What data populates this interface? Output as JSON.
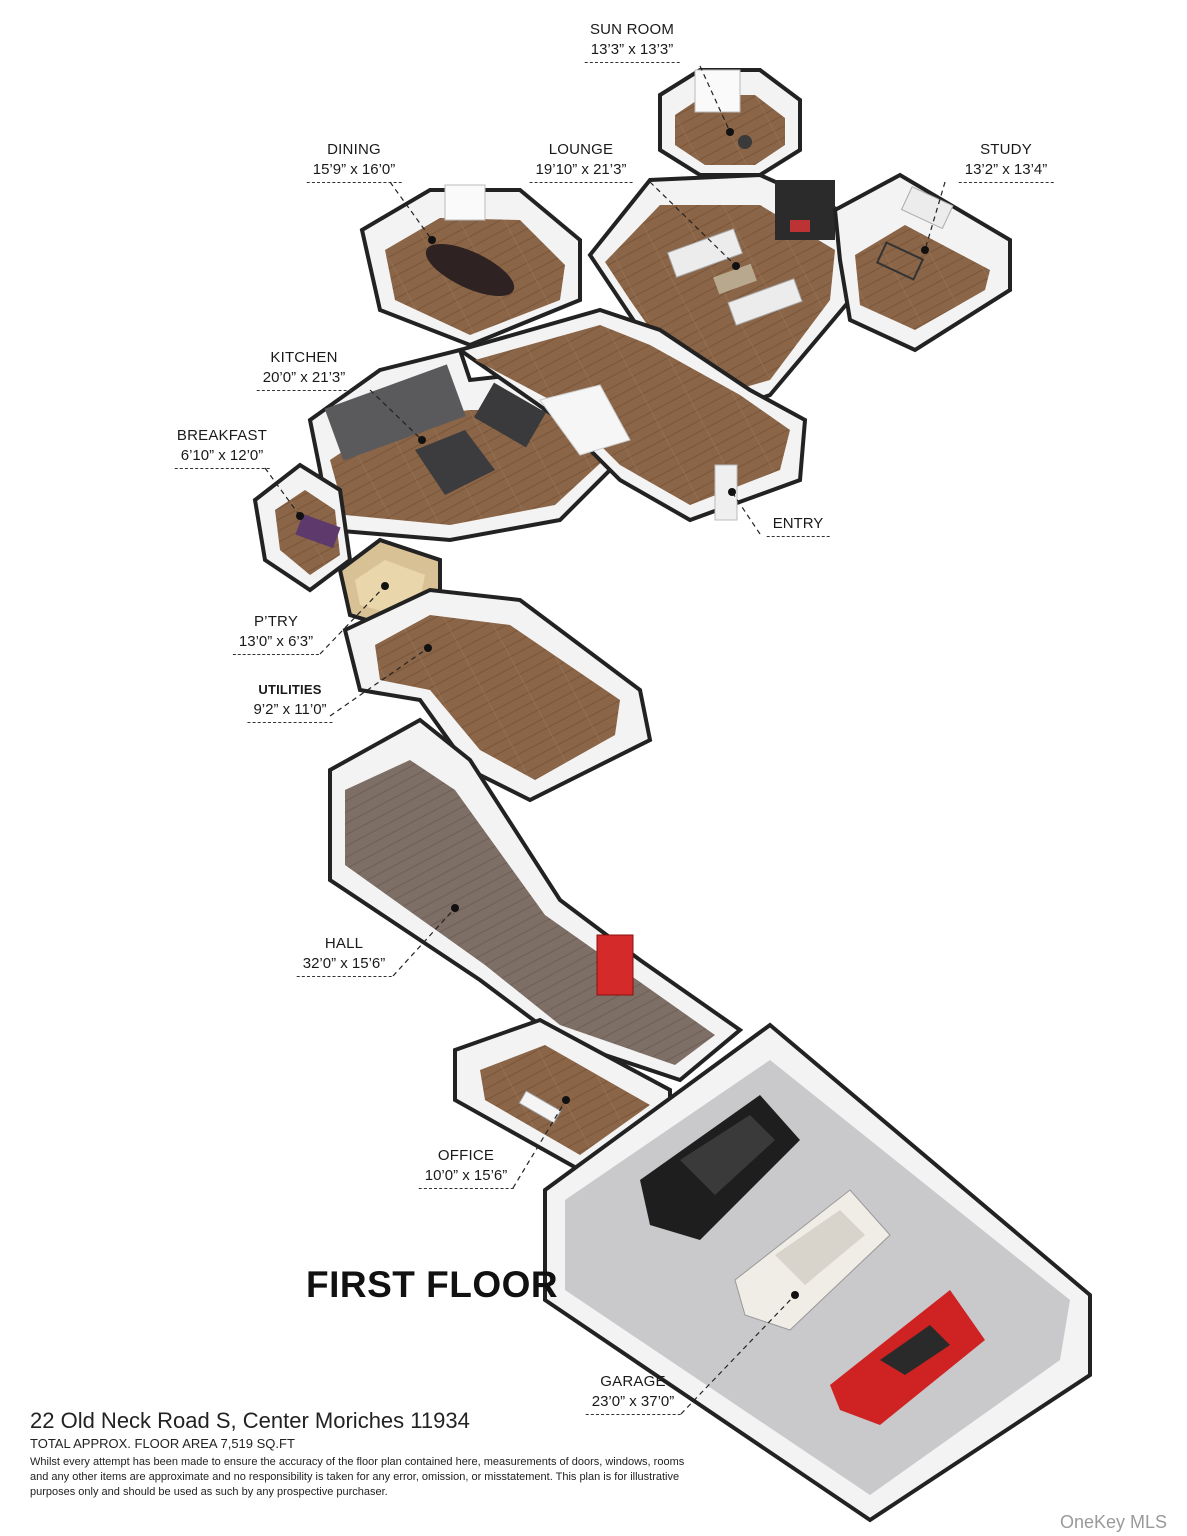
{
  "floor": {
    "title": "FIRST FLOOR"
  },
  "rooms": [
    {
      "id": "sun-room",
      "name": "SUN ROOM",
      "dim": "13’3” x 13’3”"
    },
    {
      "id": "dining",
      "name": "DINING",
      "dim": "15’9” x 16’0”"
    },
    {
      "id": "lounge",
      "name": "LOUNGE",
      "dim": "19’10” x 21’3”"
    },
    {
      "id": "study",
      "name": "STUDY",
      "dim": "13’2” x 13’4”"
    },
    {
      "id": "kitchen",
      "name": "KITCHEN",
      "dim": "20’0” x 21’3”"
    },
    {
      "id": "breakfast",
      "name": "BREAKFAST",
      "dim": "6’10” x 12’0”"
    },
    {
      "id": "entry",
      "name": "ENTRY",
      "dim": ""
    },
    {
      "id": "pantry",
      "name": "P’TRY",
      "dim": "13’0” x 6’3”"
    },
    {
      "id": "utilities",
      "name": "UTILITIES",
      "dim": "9’2” x 11’0”"
    },
    {
      "id": "hall",
      "name": "HALL",
      "dim": "32’0” x 15’6”"
    },
    {
      "id": "office",
      "name": "OFFICE",
      "dim": "10’0” x 15’6”"
    },
    {
      "id": "garage",
      "name": "GARAGE",
      "dim": "23’0” x 37’0”"
    }
  ],
  "footer": {
    "address": "22 Old Neck Road S, Center Moriches 11934",
    "area": "TOTAL APPROX. FLOOR AREA 7,519 SQ.FT",
    "disclaimer": "Whilst every attempt has been made to ensure the accuracy of the floor plan contained here, measurements of doors, windows, rooms and any other items are approximate and no responsibility is taken for any error, omission, or misstatement. This plan is for illustrative purposes only and should be used as such by any prospective purchaser."
  },
  "watermark": "OneKey MLS",
  "colors": {
    "floor_wood": "#8a6548",
    "wall": "#f2f2f2",
    "wall_top": "#222222",
    "garage_floor": "#c9c9cb",
    "hall_floor": "#7d6f66"
  }
}
